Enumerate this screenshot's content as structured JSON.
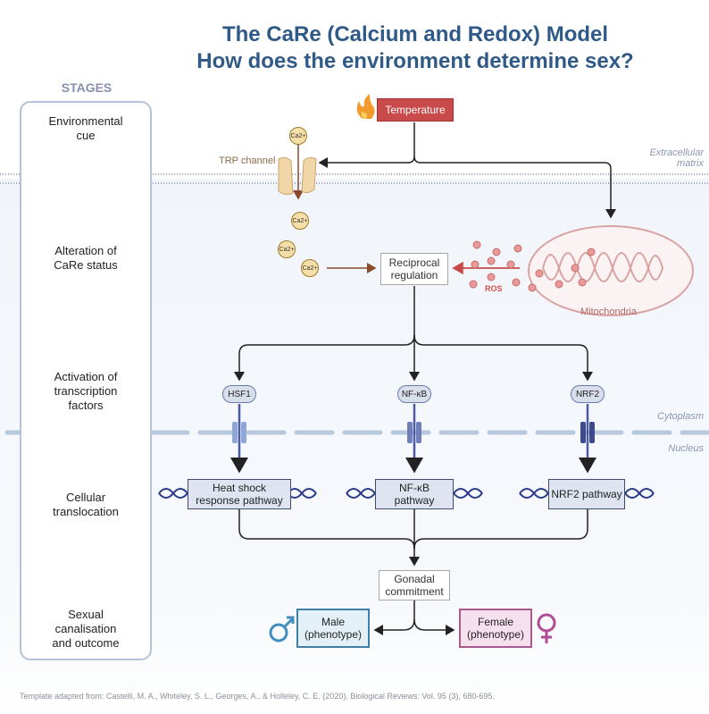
{
  "title": {
    "line1": "The CaRe (Calcium and Redox) Model",
    "line2": "How does the environment determine sex?"
  },
  "stages": {
    "heading": "STAGES",
    "items": [
      {
        "text": "Environmental\ncue"
      },
      {
        "text": "Alteration of\nCaRe status"
      },
      {
        "text": "Activation of\ntranscription\nfactors"
      },
      {
        "text": "Cellular\ntranslocation"
      },
      {
        "text": "Sexual\ncanalisation\nand outcome"
      }
    ]
  },
  "regions": {
    "extracellular": "Extracellular\nmatrix",
    "cytoplasm": "Cytoplasm",
    "nucleus": "Nucleus"
  },
  "nodes": {
    "temperature": "Temperature",
    "trp_channel": "TRP channel",
    "calcium_ion": "Ca2+",
    "reciprocal": "Reciprocal\nregulation",
    "ros": "ROS",
    "mitochondria": "Mitochondria",
    "tf_hsf1": "HSF1",
    "tf_nfkb": "NF-κB",
    "tf_nrf2": "NRF2",
    "path_heat": "Heat shock\nresponse pathway",
    "path_nfkb": "NF-κB\npathway",
    "path_nrf2": "NRF2 pathway",
    "gonadal": "Gonadal\ncommitment",
    "male": "Male\n(phenotype)",
    "female": "Female\n(phenotype)"
  },
  "citation": "Template adapted from: Castelli, M. A., Whiteley, S. L., Georges, A., & Holleley, C. E. (2020). Biological Reviews: Vol. 95 (3), 680-695.",
  "colors": {
    "title": "#2f5987",
    "temperature": "#c94a4a",
    "ros": "#d9504a",
    "male_symbol": "#3f8fc0",
    "female_symbol": "#b04d95",
    "channel_dark": "#3e4a8a"
  }
}
